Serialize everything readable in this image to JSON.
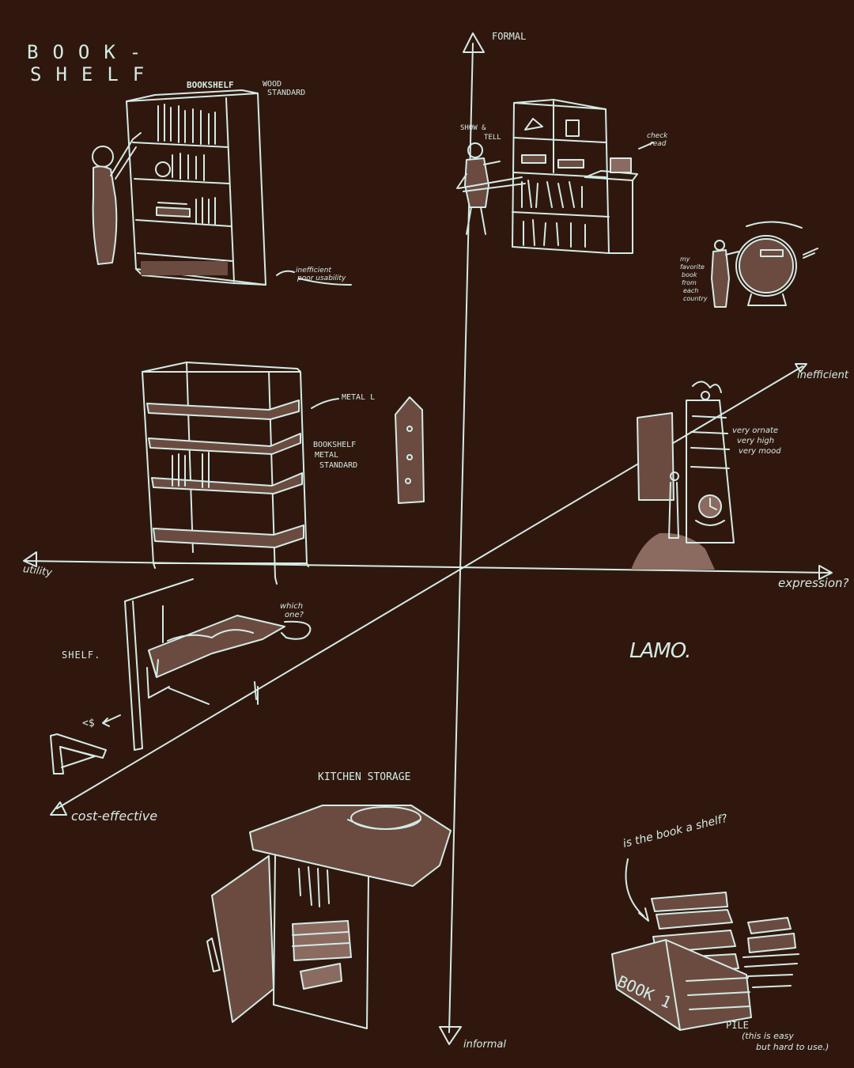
{
  "colors": {
    "background": "#30170d",
    "ink": "#d3ebe6",
    "fill": "#6b4b40",
    "fill_light": "#8b6a60"
  },
  "title": {
    "line1": "BOOK-",
    "line2": "SHELF"
  },
  "axes": {
    "top": "FORMAL",
    "bottom": "informal",
    "left": "utility",
    "right": "expression?",
    "diag_upper_right": "inefficient",
    "diag_lower_left": "cost-effective"
  },
  "labels": {
    "bookshelf_wood_a": "BOOKSHELF",
    "bookshelf_wood_b": "WOOD",
    "bookshelf_wood_c": "STANDARD",
    "inefficient_note_a": "inefficient",
    "inefficient_note_b": "poor usability",
    "show_tell_a": "SHOW &",
    "show_tell_b": "TELL",
    "check_read_a": "check",
    "check_read_b": "read",
    "favorite_1": "my",
    "favorite_2": "favorite",
    "favorite_3": "book",
    "favorite_4": "from",
    "favorite_5": "each",
    "favorite_6": "country",
    "metal_l": "METAL L",
    "bookshelf_metal_a": "BOOKSHELF",
    "bookshelf_metal_b": "METAL",
    "bookshelf_metal_c": "STANDARD",
    "ornate_a": "very ornate",
    "ornate_b": "very high",
    "ornate_c": "very mood",
    "shelf": "SHELF.",
    "which_one_a": "which",
    "which_one_b": "one?",
    "price": "<$",
    "lamo": "LAMO.",
    "kitchen": "KITCHEN STORAGE",
    "book_shelf_question": "is the book a shelf?",
    "book_1": "BOOK 1",
    "pile": "PILE",
    "pile_note_a": "(this is easy",
    "pile_note_b": "but hard to use.)"
  }
}
